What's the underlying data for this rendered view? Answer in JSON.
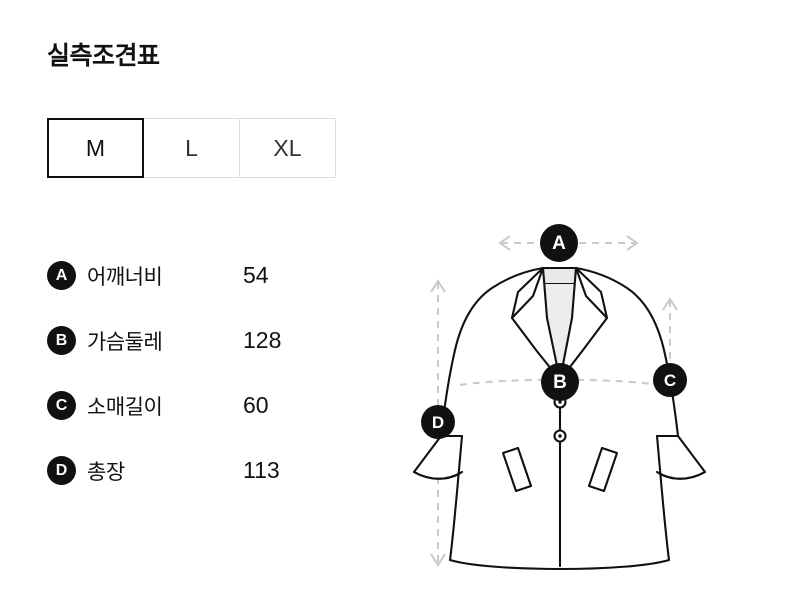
{
  "page": {
    "title": "실측조견표"
  },
  "size_tabs": {
    "selected": "M",
    "options": [
      {
        "label": "M",
        "selected": true
      },
      {
        "label": "L",
        "selected": false
      },
      {
        "label": "XL",
        "selected": false
      }
    ]
  },
  "measurements": {
    "unit_note": "",
    "rows": [
      {
        "key": "A",
        "label": "어깨너비",
        "value": "54"
      },
      {
        "key": "B",
        "label": "가슴둘레",
        "value": "128"
      },
      {
        "key": "C",
        "label": "소매길이",
        "value": "60"
      },
      {
        "key": "D",
        "label": "총장",
        "value": "113"
      }
    ]
  },
  "diagram": {
    "garment": "coat",
    "badges": [
      {
        "key": "A",
        "meaning": "어깨너비",
        "arrow": "horizontal-double"
      },
      {
        "key": "B",
        "meaning": "가슴둘레",
        "arrow": "horizontal-dashed"
      },
      {
        "key": "C",
        "meaning": "소매길이",
        "arrow": "vertical-double"
      },
      {
        "key": "D",
        "meaning": "총장",
        "arrow": "vertical-double"
      }
    ]
  },
  "colors": {
    "text": "#111111",
    "badge": "#111111",
    "tab_border": "#dddddd",
    "tab_border_selected": "#111111",
    "guide_line": "#c9c9c9",
    "garment_fill": "#ffffff",
    "garment_stroke": "#111111",
    "garment_shade": "#e8e8e8"
  }
}
